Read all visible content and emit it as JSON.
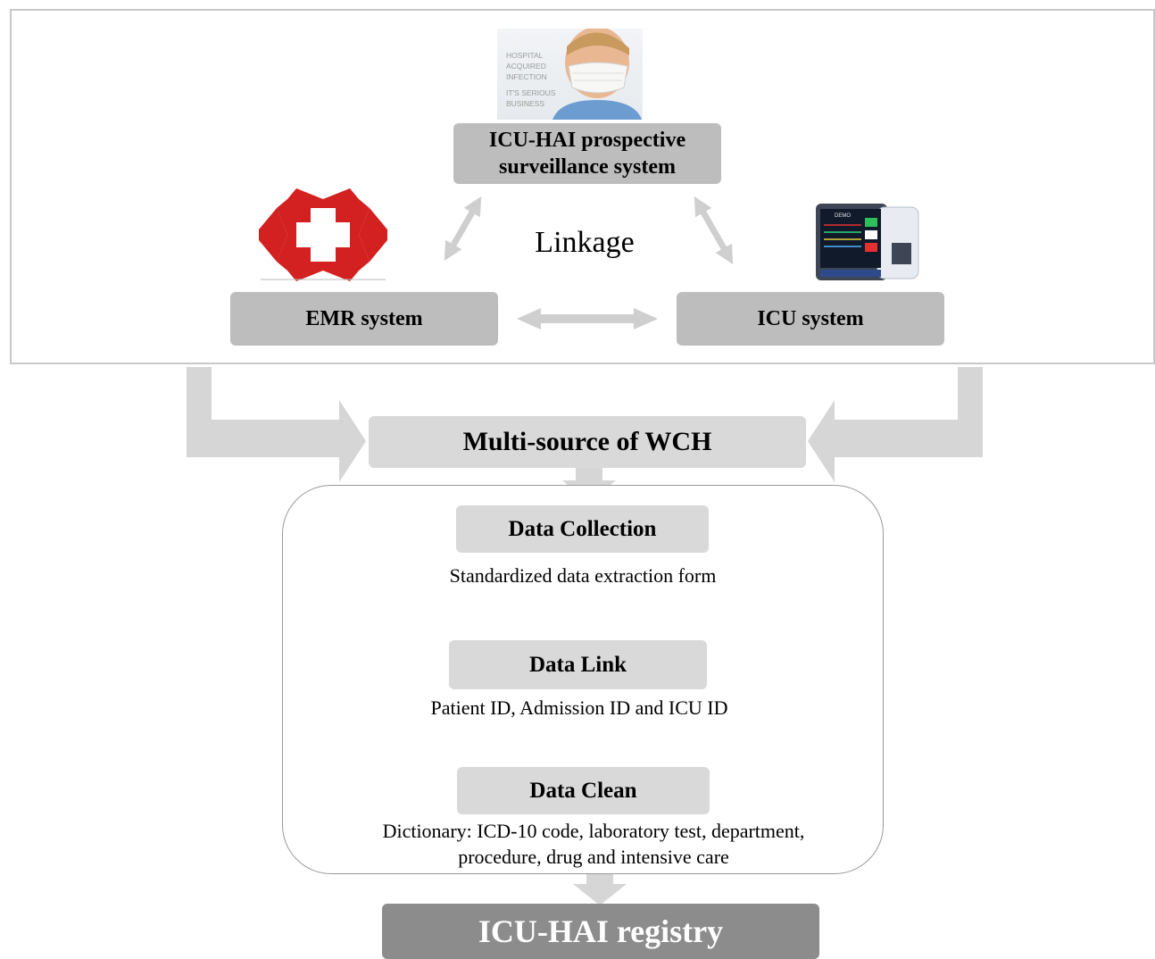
{
  "linkage_panel": {
    "poster": {
      "lines": [
        "HOSPITAL",
        "ACQUIRED",
        "INFECTION",
        "IT'S SERIOUS",
        "BUSINESS"
      ]
    },
    "surveillance_box": [
      "ICU-HAI prospective",
      "surveillance system"
    ],
    "linkage_label": "Linkage",
    "emr_box": "EMR system",
    "icu_box": "ICU system",
    "monitor_screen_text": "DEMO"
  },
  "multisource_box": "Multi-source of WCH",
  "steps": [
    {
      "title": "Data Collection",
      "note": "Standardized data extraction form"
    },
    {
      "title": "Data Link",
      "note": "Patient ID, Admission ID and  ICU ID"
    },
    {
      "title": "Data Clean",
      "note_lines": [
        "Dictionary: ICD-10 code, laboratory test, department,",
        "procedure, drug and intensive care"
      ]
    }
  ],
  "registry_box": "ICU-HAI registry",
  "colors": {
    "dark_box": "#bdbdbd",
    "light_box": "#d9d9d9",
    "arrow": "#d0d0d0",
    "registry": "#8c8c8c",
    "cross": "#d32020"
  }
}
